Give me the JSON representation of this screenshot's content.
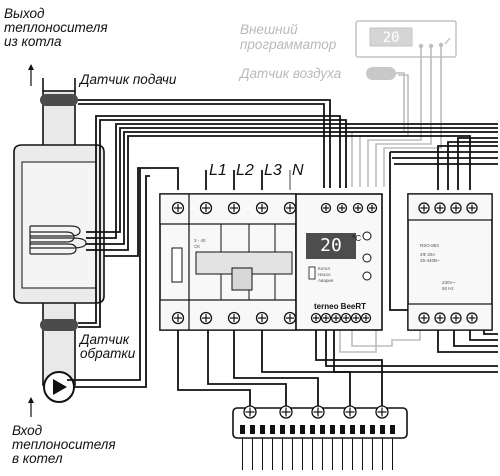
{
  "labels": {
    "outlet_line1": "Выход",
    "outlet_line2": "теплоносителя",
    "outlet_line3": "из котла",
    "supply_sensor": "Датчик подачи",
    "return_sensor_line1": "Датчик",
    "return_sensor_line2": "обратки",
    "inlet_line1": "Вход",
    "inlet_line2": "теплоносителя",
    "inlet_line3": "в котел",
    "external_programmer_line1": "Внешний",
    "external_programmer_line2": "программатор",
    "air_sensor": "Датчик воздуха"
  },
  "phases": [
    "L1",
    "L2",
    "L3",
    "N"
  ],
  "programmer_display": "20",
  "controller": {
    "display": "20",
    "degree_unit": "°C",
    "brand": "terneo BeeRT",
    "output_label": "Котел",
    "circulation_label": "Насос",
    "alarm_label": "Авария"
  },
  "contactor_module": {
    "model": "RSO-863",
    "rating_line1": "3Ф 30A",
    "rating_line2": "25-440B~",
    "supply_line1": "230V~",
    "supply_line2": "50 Hz"
  },
  "breaker": {
    "text_line1": "3 - 40",
    "text_line2": "СК"
  },
  "colors": {
    "line": "#111111",
    "grey_line": "#bdbdbd",
    "dark_fill": "#4b4b4b",
    "heater": "#e6e6e6",
    "device": "#f6f6f6"
  }
}
